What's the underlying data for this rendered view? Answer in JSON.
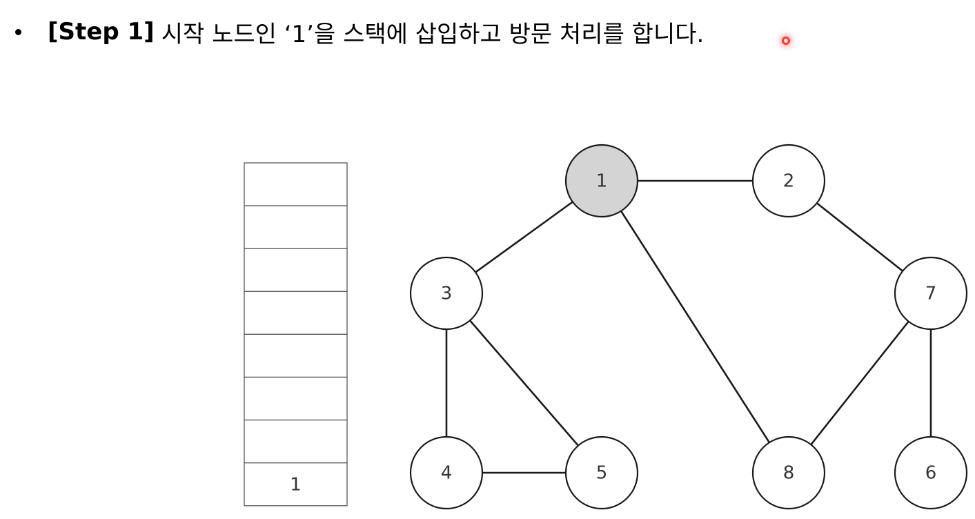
{
  "header": {
    "step_label": "[Step 1]",
    "step_text": "시작 노드인 ‘1’을 스택에 삽입하고 방문 처리를 합니다."
  },
  "stack": {
    "slots": [
      "",
      "",
      "",
      "",
      "",
      "",
      "",
      "1"
    ]
  },
  "graph": {
    "nodes": [
      {
        "id": "1",
        "label": "1",
        "visited": true
      },
      {
        "id": "2",
        "label": "2",
        "visited": false
      },
      {
        "id": "3",
        "label": "3",
        "visited": false
      },
      {
        "id": "4",
        "label": "4",
        "visited": false
      },
      {
        "id": "5",
        "label": "5",
        "visited": false
      },
      {
        "id": "6",
        "label": "6",
        "visited": false
      },
      {
        "id": "7",
        "label": "7",
        "visited": false
      },
      {
        "id": "8",
        "label": "8",
        "visited": false
      }
    ],
    "edges": [
      [
        "1",
        "2"
      ],
      [
        "1",
        "3"
      ],
      [
        "1",
        "8"
      ],
      [
        "2",
        "7"
      ],
      [
        "3",
        "4"
      ],
      [
        "3",
        "5"
      ],
      [
        "4",
        "5"
      ],
      [
        "7",
        "8"
      ],
      [
        "7",
        "6"
      ]
    ]
  },
  "colors": {
    "visited_fill": "#d4d4d4",
    "node_fill": "#ffffff",
    "stroke": "#1a1a1a",
    "stack_border": "#555555",
    "pointer": "#ff3b2f"
  }
}
